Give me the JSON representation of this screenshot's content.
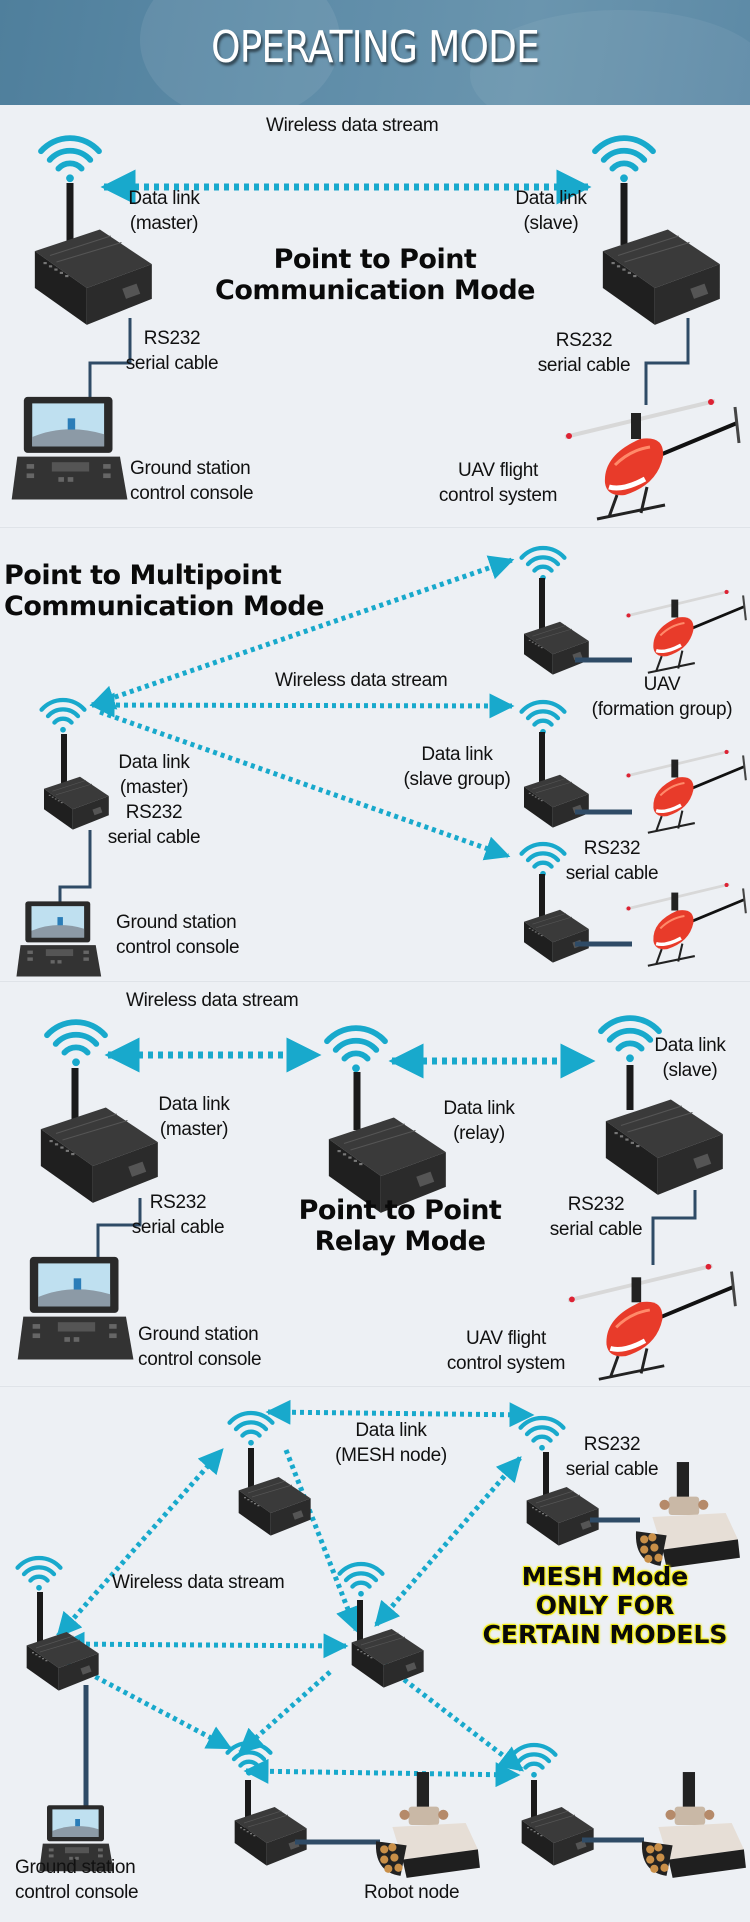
{
  "header": {
    "title": "OPERATING MODE"
  },
  "colors": {
    "header_bg": "#5b89a5",
    "signal": "#18a9cc",
    "cable": "#2f4b66",
    "page_bg": "#edf0f4",
    "mesh_outline": "#f5ee16"
  },
  "sections": [
    {
      "id": "point-to-point",
      "mode_title": [
        "Point to Point",
        "Communication Mode"
      ],
      "stream_label": "Wireless data stream",
      "master_label": [
        "Data link",
        "(master)"
      ],
      "slave_label": [
        "Data link",
        "(slave)"
      ],
      "cable_left": [
        "RS232",
        "serial cable"
      ],
      "cable_right": [
        "RS232",
        "serial cable"
      ],
      "ground_label": [
        "Ground station",
        "control console"
      ],
      "uav_label": [
        "UAV flight",
        "control system"
      ]
    },
    {
      "id": "point-to-multipoint",
      "mode_title": [
        "Point to Multipoint",
        "Communication Mode"
      ],
      "stream_label": "Wireless data stream",
      "master_label": [
        "Data link",
        "(master)"
      ],
      "master_cable": [
        "RS232",
        "serial cable"
      ],
      "slave_label": [
        "Data link",
        "(slave group)"
      ],
      "uav_label": [
        "UAV",
        "(formation group)"
      ],
      "cable_right": [
        "RS232",
        "serial cable"
      ],
      "ground_label": [
        "Ground station",
        "control console"
      ]
    },
    {
      "id": "relay",
      "mode_title": [
        "Point to Point",
        "Relay Mode"
      ],
      "stream_label": "Wireless data stream",
      "master_label": [
        "Data link",
        "(master)"
      ],
      "relay_label": [
        "Data link",
        "(relay)"
      ],
      "slave_label": [
        "Data link",
        "(slave)"
      ],
      "cable_left": [
        "RS232",
        "serial cable"
      ],
      "cable_right": [
        "RS232",
        "serial cable"
      ],
      "ground_label": [
        "Ground station",
        "control console"
      ],
      "uav_label": [
        "UAV flight",
        "control system"
      ]
    },
    {
      "id": "mesh",
      "node_label": [
        "Data link",
        "(MESH node)"
      ],
      "cable_label": [
        "RS232",
        "serial cable"
      ],
      "stream_label": "Wireless data stream",
      "note": [
        "MESH Mode",
        "ONLY FOR",
        "CERTAIN MODELS"
      ],
      "ground_label": [
        "Ground station",
        "control console"
      ],
      "robot_label": "Robot node"
    }
  ]
}
